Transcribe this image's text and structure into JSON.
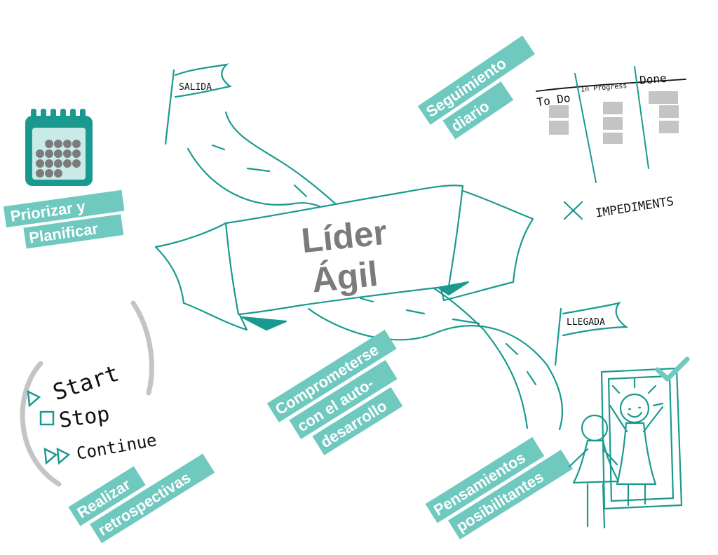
{
  "colors": {
    "teal": "#1a9a8f",
    "label_bg": "#6fc9bf",
    "gray": "#7b7b7b",
    "light_gray": "#c4c4c4"
  },
  "center": {
    "line1": "Líder",
    "line2": "Ágil"
  },
  "flags": {
    "start": "SALIDA",
    "finish": "LLEGADA"
  },
  "labels": {
    "prioritize": [
      "Priorizar y",
      "Planificar"
    ],
    "daily": [
      "Seguimiento",
      "diario"
    ],
    "retro": [
      "Realizar",
      "retrospectivas"
    ],
    "commit": [
      "Comprometerse",
      "con el auto-",
      "desarrollo"
    ],
    "thinking": [
      "Pensamientos",
      "posibilitantes"
    ]
  },
  "kanban": {
    "columns": [
      "To Do",
      "In Progress",
      "Done"
    ],
    "impediments": "IMPEDIMENTS"
  },
  "retro_items": [
    "Start",
    "Stop",
    "Continue"
  ],
  "icons": [
    "calendar-icon",
    "kanban-board-icon",
    "mirror-reflection-icon",
    "checkmark-icon",
    "road-path-icon",
    "flag-icon"
  ]
}
